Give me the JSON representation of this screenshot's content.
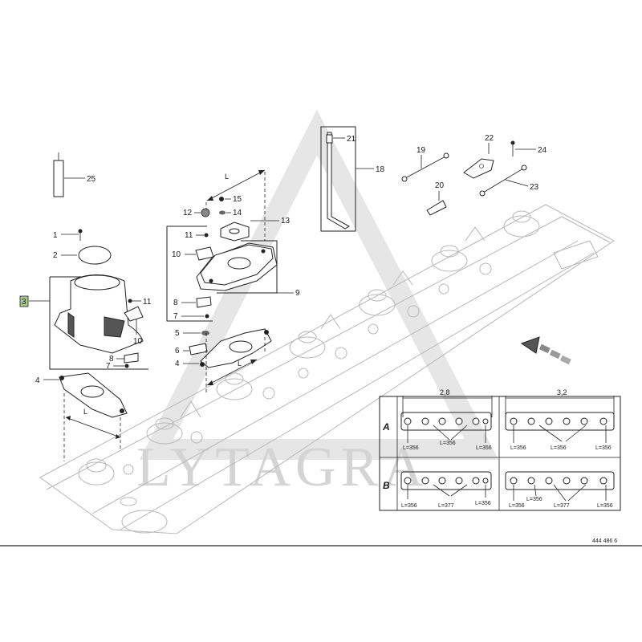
{
  "callouts": {
    "c1": "1",
    "c2": "2",
    "c3": "3",
    "c4a": "4",
    "c4b": "4",
    "c5": "5",
    "c6": "6",
    "c7a": "7",
    "c7b": "7",
    "c8a": "8",
    "c8b": "8",
    "c9": "9",
    "c10a": "10",
    "c10b": "10",
    "c11a": "11",
    "c11b": "11",
    "c12": "12",
    "c13": "13",
    "c14": "14",
    "c15": "15",
    "c18": "18",
    "c19": "19",
    "c20": "20",
    "c21": "21",
    "c22": "22",
    "c23": "23",
    "c24": "24",
    "c25": "25"
  },
  "dimensions": {
    "l_top": "L",
    "l_left": "L",
    "l_mid": "L"
  },
  "layout_table": {
    "row_a": "A",
    "row_b": "B",
    "width_1": "2,8",
    "width_2": "3,2",
    "a1_left": "L=356",
    "a1_mid": "L=356",
    "a1_right": "L=356",
    "a2_left": "L=356",
    "a2_mid": "L=356",
    "a2_right": "L=356",
    "b1_left": "L=356",
    "b1_mid": "L=377",
    "b1_right": "L=356",
    "b2_left": "L=356",
    "b2_mid1": "L=356",
    "b2_mid2": "L=377",
    "b2_right": "L=356"
  },
  "doc_number": "444 486 6",
  "watermark": "LYTAGRA",
  "colors": {
    "highlight": "#a8c98a",
    "line": "#222222",
    "faint": "#b8b8b8"
  }
}
